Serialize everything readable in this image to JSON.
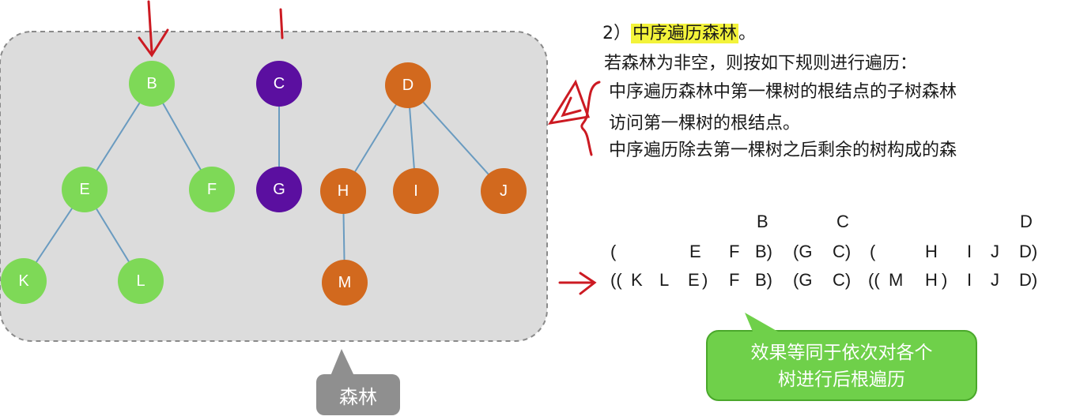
{
  "forest": {
    "nodes": [
      {
        "id": "B",
        "color": "#7ed957"
      },
      {
        "id": "C",
        "color": "#5b0fa0"
      },
      {
        "id": "D",
        "color": "#d2691e"
      },
      {
        "id": "E",
        "color": "#7ed957"
      },
      {
        "id": "F",
        "color": "#7ed957"
      },
      {
        "id": "G",
        "color": "#5b0fa0"
      },
      {
        "id": "H",
        "color": "#d2691e"
      },
      {
        "id": "I",
        "color": "#d2691e"
      },
      {
        "id": "J",
        "color": "#d2691e"
      },
      {
        "id": "K",
        "color": "#7ed957"
      },
      {
        "id": "L",
        "color": "#7ed957"
      },
      {
        "id": "M",
        "color": "#d2691e"
      }
    ],
    "edges": [
      [
        "B",
        "E"
      ],
      [
        "B",
        "F"
      ],
      [
        "E",
        "K"
      ],
      [
        "E",
        "L"
      ],
      [
        "C",
        "G"
      ],
      [
        "D",
        "H"
      ],
      [
        "D",
        "I"
      ],
      [
        "D",
        "J"
      ],
      [
        "H",
        "M"
      ]
    ],
    "edge_color": "#6a9bc0",
    "panel_color": "#dcdcdc",
    "label": "森林"
  },
  "text": {
    "heading_prefix": "2）",
    "heading_highlight": "中序遍历森林",
    "heading_suffix": "。",
    "intro": "若森林为非空，则按如下规则进行遍历：",
    "rule1": "中序遍历森林中第一棵树的根结点的子树森林",
    "rule2": "访问第一棵树的根结点。",
    "rule3": "中序遍历除去第一棵树之后剩余的树构成的森"
  },
  "sequence": {
    "roots_row": [
      "B",
      "C",
      "D"
    ],
    "row1": [
      "(",
      "E",
      "F",
      "B)",
      "(G",
      "C)",
      "(",
      "H",
      "I",
      "J",
      "D)"
    ],
    "row2": [
      "((",
      "K",
      "L",
      "E",
      ")",
      "F",
      "B)",
      "(G",
      "C)",
      "((",
      "M",
      "H",
      ")",
      "I",
      "J",
      "D)"
    ]
  },
  "callout": {
    "line1": "效果等同于依次对各个",
    "line2": "树进行后根遍历"
  },
  "colors": {
    "annotation_red": "#cc1a22",
    "callout_green": "#6fd04a",
    "highlight_yellow": "#f3f33a"
  }
}
